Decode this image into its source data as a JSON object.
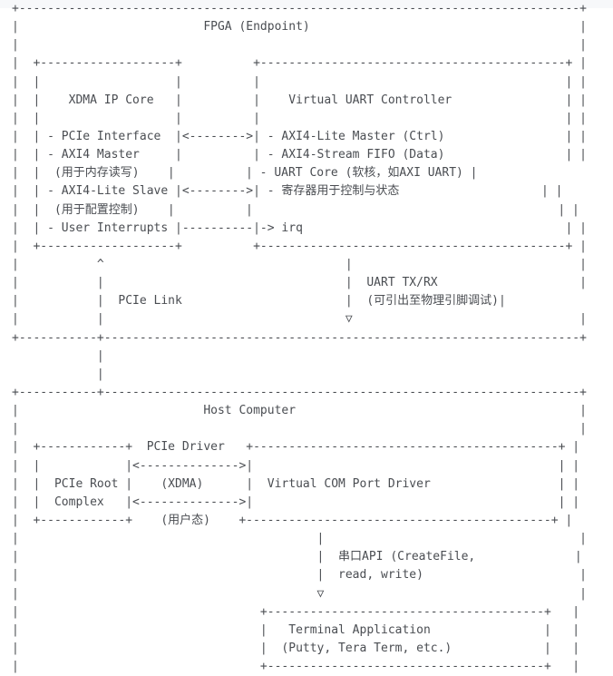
{
  "diagram": {
    "lines": [
      "+-------------------------------------------------------------------------------+",
      "|                          FPGA (Endpoint)                                      |",
      "|                                                                               |",
      "|  +-------------------+          +-------------------------------------------+ |",
      "|  |                   |          |                                           | |",
      "|  |    XDMA IP Core   |          |    Virtual UART Controller                | |",
      "|  |                   |          |                                           | |",
      "|  | - PCIe Interface  |<-------->| - AXI4-Lite Master (Ctrl)                 | |",
      "|  | - AXI4 Master     |          | - AXI4-Stream FIFO (Data)                 | |",
      "|  |  (用于内存读写)    |          | - UART Core (软核，如AXI UART) |",
      "|  | - AXI4-Lite Slave |<-------->| - 寄存器用于控制与状态                    | |",
      "|  |  (用于配置控制)    |          |                                           | |",
      "|  | - User Interrupts |----------|-> irq                                     | |",
      "|  +-------------------+          +-------------------------------------------+ |",
      "|           ^                                  |                                |",
      "|           |                                  |  UART TX/RX                    |",
      "|           |  PCIe Link                       |  (可引出至物理引脚调试)|",
      "|           |                                  ▽                                |",
      "+-----------+-------------------------------------------------------------------+",
      "            |",
      "            |",
      "+-----------+-------------------------------------------------------------------+",
      "|                          Host Computer                                        |",
      "|                                                                               |",
      "|  +------------+  PCIe Driver   +-------------------------------------------+ |",
      "|  |            |<-------------->|                                           | |",
      "|  |  PCIe Root |    (XDMA)      |  Virtual COM Port Driver                  | |",
      "|  |  Complex   |<-------------->|                                           | |",
      "|  +------------+    (用户态)    +-------------------------------------------+ |",
      "|                                          |                                    |",
      "|                                          |  串口API (CreateFile,              |",
      "|                                          |  read, write)                      |",
      "|                                          ▽                                    |",
      "|                                  +---------------------------------------+   |",
      "|                                  |   Terminal Application                |   |",
      "|                                  |  (Putty, Tera Term, etc.)             |   |",
      "|                                  +---------------------------------------+   |"
    ]
  }
}
